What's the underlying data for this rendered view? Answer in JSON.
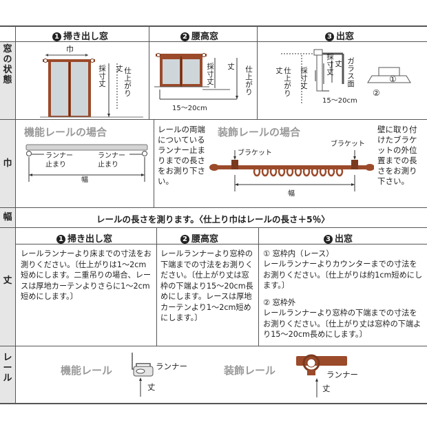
{
  "side_labels": {
    "window_state": "窓の状態",
    "width_curtain": "巾",
    "width_rail": "幅",
    "length": "丈",
    "rail": "レール"
  },
  "columns": [
    {
      "num": "1",
      "title": "掃き出し窓"
    },
    {
      "num": "2",
      "title": "腰高窓"
    },
    {
      "num": "3",
      "title": "出窓"
    }
  ],
  "window_labels": {
    "width": "巾",
    "measure_length": "採寸丈",
    "length": "丈",
    "finish": "仕上がり",
    "overhang": "15～20cm",
    "glass": "ガラス面",
    "frame_inner": "①",
    "frame_outer": "②"
  },
  "rail_width": {
    "functional_title": "機能レールの場合",
    "runner_stop_left": "ランナー止まり",
    "runner_stop_right": "ランナー止まり",
    "width_label": "幅",
    "rail_note": "レールの両端についているランナー止まりまでの長さをお測り下さい。",
    "decorative_title": "装飾レールの場合",
    "bracket_left": "ブラケット",
    "bracket_right": "ブラケット",
    "wall_note": "壁に取り付けたブラケットの外位置までの長さをお測り下さい。"
  },
  "width_row": {
    "text": "レールの長さを測ります。〈仕上り巾はレールの長さ＋5％〉"
  },
  "length_row": [
    {
      "num": "1",
      "title": "掃き出し窓",
      "text": "レールランナーより床までの寸法をお測りください。〔仕上がりは1～2cm短めにします。二重吊りの場合、レースは厚地カーテンよりさらに1～2cm短めにします。〕"
    },
    {
      "num": "2",
      "title": "腰高窓",
      "text": "レールランナーより窓枠の下端までの寸法をお測りください。〔仕上がり丈は窓枠の下端より15～20cm長めにします。レースは厚地カーテンより1～2cm短めにします。〕"
    },
    {
      "num": "3",
      "title": "出窓",
      "sub1_title": "① 窓枠内（レース）",
      "sub1_text": "レールランナーよりカウンターまでの寸法をお測りください。〔仕上がりは約1cm短めにします。〕",
      "sub2_title": "② 窓枠外",
      "sub2_text": "レールランナーより窓枠の下端までの寸法をお測りください。〔仕上がり丈は窓枠の下端より15～20cm長めにします。〕"
    }
  ],
  "rail_row": {
    "functional": "機能レール",
    "runner": "ランナー",
    "length": "丈",
    "decorative": "装飾レール",
    "runner2": "ランナー",
    "length2": "丈"
  },
  "colors": {
    "wood": "#9b4a2a",
    "side_bg": "#e6e6e6",
    "rail": "#cfcfcf"
  }
}
